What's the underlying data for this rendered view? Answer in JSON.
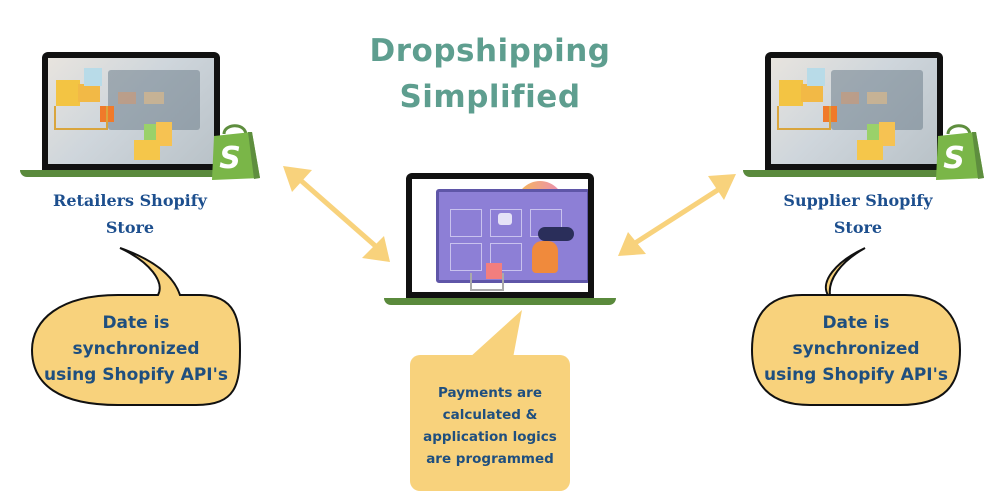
{
  "title": {
    "line1": "Dropshipping",
    "line2": "Simplified",
    "color": "#5e9e8f"
  },
  "nodes": {
    "retailer": {
      "label_line1": "Retailers Shopify",
      "label_line2": "Store",
      "icon": "shopify-bag-icon",
      "bubble": {
        "line1": "Date is",
        "line2": "synchronized",
        "line3": "using Shopify API's"
      }
    },
    "platform": {
      "icon": "online-shop-illustration",
      "note": {
        "line1": "Payments are",
        "line2": "calculated &",
        "line3": "application logics",
        "line4": "are programmed"
      }
    },
    "supplier": {
      "label_line1": "Supplier Shopify",
      "label_line2": "Store",
      "icon": "shopify-bag-icon",
      "bubble": {
        "line1": "Date is",
        "line2": "synchronized",
        "line3": "using Shopify API's"
      }
    }
  },
  "connectors": [
    {
      "from": "retailer",
      "to": "platform",
      "type": "bidirectional-arrow"
    },
    {
      "from": "platform",
      "to": "supplier",
      "type": "bidirectional-arrow"
    }
  ],
  "colors": {
    "accent_yellow": "#f8d27c",
    "label_blue": "#1d4f8e",
    "laptop_base_green": "#5a8a3c",
    "shopify_green": "#7ab648"
  }
}
